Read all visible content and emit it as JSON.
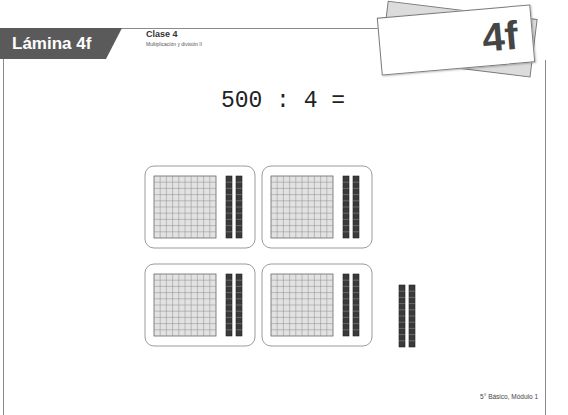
{
  "diagram": {
    "title": "500 : 4 =",
    "nodes": [
      {
        "text": [
          "Lámina 4f"
        ]
      },
      {
        "text": [
          "4f"
        ]
      }
    ],
    "labels": [
      "Clase 4",
      "Multiplicación y división II",
      "5° Básico, Módulo 1"
    ]
  }
}
